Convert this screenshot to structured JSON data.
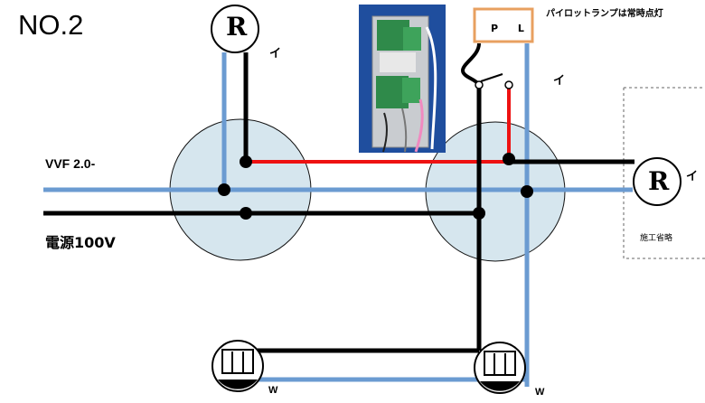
{
  "title": "NO.2",
  "labels": {
    "vvf": "VVF  2.0-",
    "power": "電源100V",
    "pilot_note": "パイロットランプは常時点灯",
    "omitted": "施工省略",
    "pilot_lamp": "P L",
    "lamp_r1": "R",
    "lamp_r2": "R",
    "i_mark_1": "イ",
    "i_mark_2": "イ",
    "i_mark_3": "イ",
    "outlet_w1": "W",
    "outlet_w2": "W"
  },
  "colors": {
    "box_fill": "#d6e6ee",
    "wire_black": "#000000",
    "wire_white": "#6b9bd1",
    "wire_red": "#ee1111",
    "pilot_border": "#e8a060",
    "photo_bg": "#1f4e9e"
  },
  "photo": {
    "description_icon": "wiring-device-photo-icon"
  }
}
